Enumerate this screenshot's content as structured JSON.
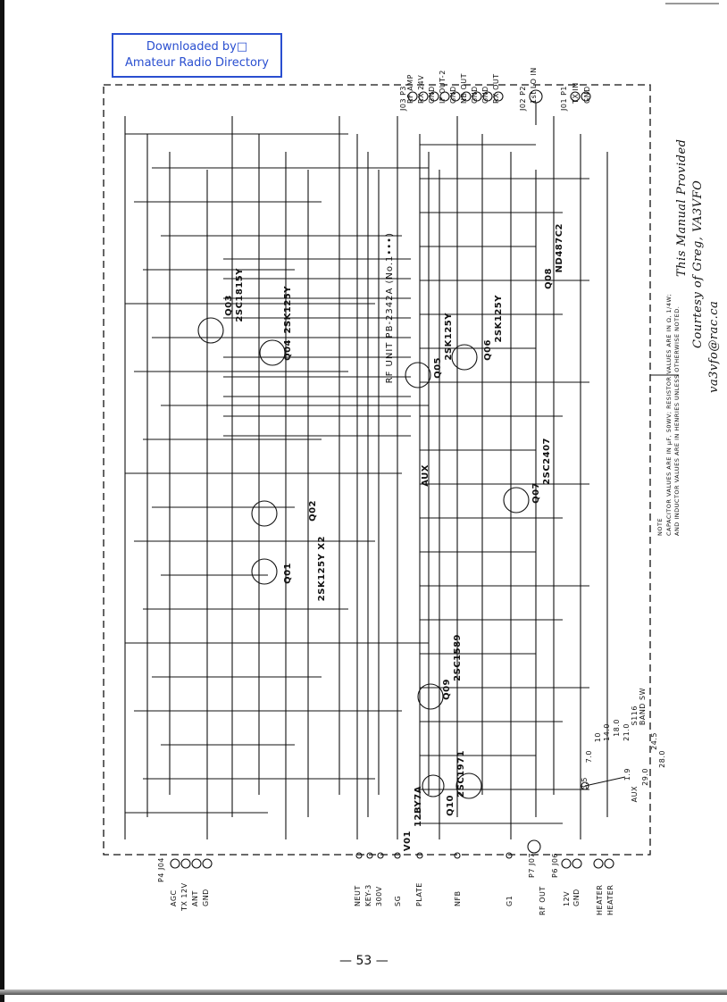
{
  "banner": {
    "line1": "Downloaded by□",
    "line2": "Amateur Radio Directory",
    "color": "#2a4fd0"
  },
  "title": "RF UNIT  PB-2342A (No.1•••)",
  "credit": {
    "line1": "This Manual Provided",
    "line2": "Courtesy of Greg, VA3VFO",
    "line3": "va3vfo@rac.ca"
  },
  "note": {
    "heading": "NOTE",
    "line1": "CAPACITOR VALUES ARE IN µF, 50WV; RESISTOR VALUES ARE IN Ω, 1/4W;",
    "line2": "AND INDUCTOR VALUES ARE IN HENRIES UNLESS OTHERWISE NOTED."
  },
  "connectors": {
    "j03": {
      "ref": "J03 P3",
      "pins": [
        "RF AMP",
        "RX 24V",
        "GND",
        "IF OUT-2",
        "GND",
        "NB OUT",
        "GND",
        "GND",
        "RX OUT"
      ]
    },
    "j02": {
      "ref": "J02 P2",
      "pins": [
        "1st LO IN"
      ]
    },
    "j01": {
      "ref": "J01 P1",
      "pins": [
        "TX IN",
        "GND"
      ]
    },
    "j04": {
      "ref": "P4 J04",
      "pins": [
        "AGC",
        "TX 12V",
        "ANT",
        "GND"
      ]
    },
    "bottom": [
      "NEUT",
      "KEY-3",
      "300V",
      "SG",
      "PLATE",
      "NFB",
      "G1"
    ],
    "j07": {
      "ref": "P7 J07",
      "label": "RF OUT"
    },
    "j06": {
      "ref": "P6 J06",
      "pins": [
        "12V",
        "GND"
      ]
    },
    "heater": {
      "pins": [
        "HEATER",
        "HEATER"
      ]
    }
  },
  "devices": [
    {
      "ref": "Q01",
      "type": ""
    },
    {
      "ref": "Q02",
      "type": "2SK125Y X2"
    },
    {
      "ref": "Q03",
      "type": "2SC1815Y"
    },
    {
      "ref": "Q04",
      "type": "2SK125Y"
    },
    {
      "ref": "Q05",
      "type": "2SK125Y"
    },
    {
      "ref": "Q06",
      "type": "2SK125Y"
    },
    {
      "ref": "Q07",
      "type": "2SC2407"
    },
    {
      "ref": "Q08",
      "type": "ND487C2"
    },
    {
      "ref": "Q09",
      "type": "2SC1589"
    },
    {
      "ref": "Q10",
      "type": "2SC1971"
    },
    {
      "ref": "V01",
      "type": "12BY7A"
    }
  ],
  "band_switch": {
    "ref": "S116",
    "label": "BAND SW",
    "positions": [
      "1.9",
      "3.5",
      "7.0",
      "10",
      "14.0",
      "18.0",
      "21.0",
      "24.5",
      "28.0",
      "29.0",
      "AUX"
    ]
  },
  "aux_label": "AUX",
  "page_number": "— 53 —"
}
